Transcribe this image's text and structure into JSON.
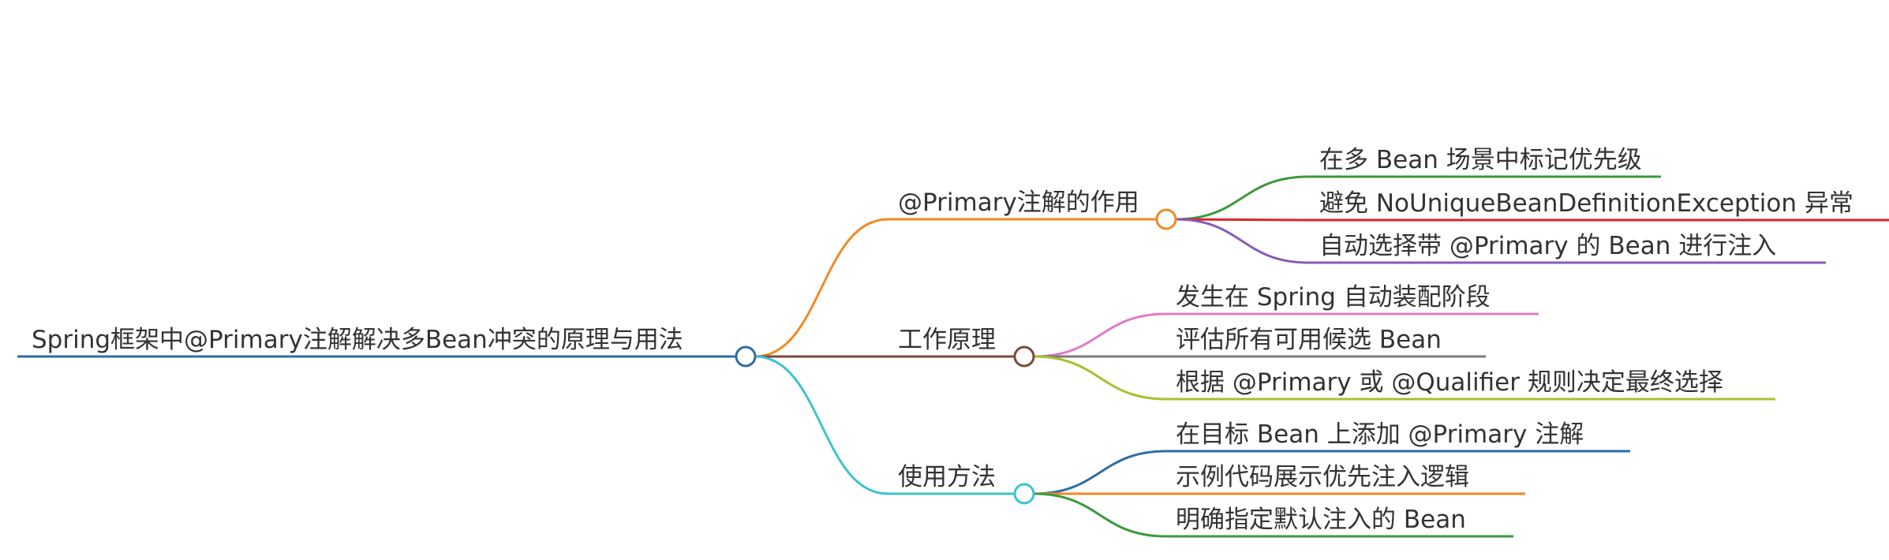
{
  "mindmap": {
    "root": {
      "label": "Spring框架中@Primary注解解决多Bean冲突的原理与用法",
      "color": "#2e6da4"
    },
    "branches": [
      {
        "label": "@Primary注解的作用",
        "color": "#f08a24",
        "children": [
          {
            "label": "在多 Bean 场景中标记优先级",
            "color": "#3a9a3a"
          },
          {
            "label": "避免 NoUniqueBeanDefinitionException 异常",
            "color": "#d9262c"
          },
          {
            "label": "自动选择带 @Primary 的 Bean 进行注入",
            "color": "#8a5ab5"
          }
        ]
      },
      {
        "label": "工作原理",
        "color": "#7a4a3a",
        "children": [
          {
            "label": "发生在 Spring 自动装配阶段",
            "color": "#e07bc8"
          },
          {
            "label": "评估所有可用候选 Bean",
            "color": "#7a7a7a"
          },
          {
            "label": "根据 @Primary 或 @Qualifier 规则决定最终选择",
            "color": "#a8c030"
          }
        ]
      },
      {
        "label": "使用方法",
        "color": "#3cc4cc",
        "children": [
          {
            "label": "在目标 Bean 上添加 @Primary 注解",
            "color": "#2e6da4"
          },
          {
            "label": "示例代码展示优先注入逻辑",
            "color": "#f08a24"
          },
          {
            "label": "明确指定默认注入的 Bean",
            "color": "#3a9a3a"
          }
        ]
      }
    ]
  }
}
